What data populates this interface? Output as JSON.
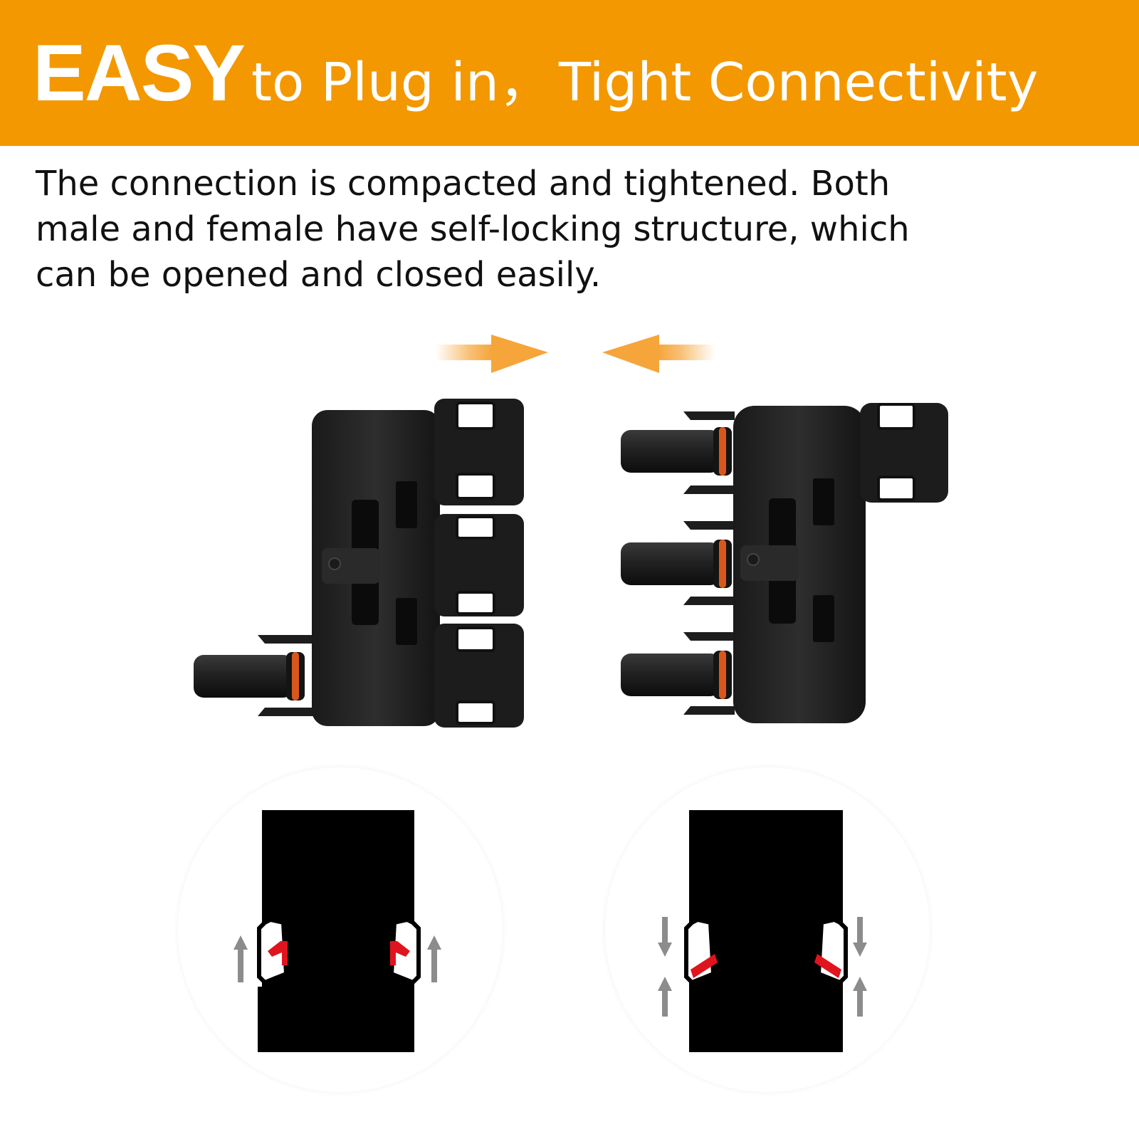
{
  "banner": {
    "headline_strong": "EASY",
    "headline_rest": "to Plug in，",
    "headline_tail": "Tight Connectivity",
    "background_color": "#f39800"
  },
  "description": {
    "text": "The connection is compacted and tightened. Both male and female have self-locking structure, which can be opened and closed easily."
  },
  "illustration": {
    "arrow_color": "#f5a53a",
    "lock_accent_color": "#e0141e",
    "icons": [
      "arrow-right-icon",
      "arrow-left-icon",
      "arrow-up-icon",
      "arrow-down-icon"
    ]
  }
}
